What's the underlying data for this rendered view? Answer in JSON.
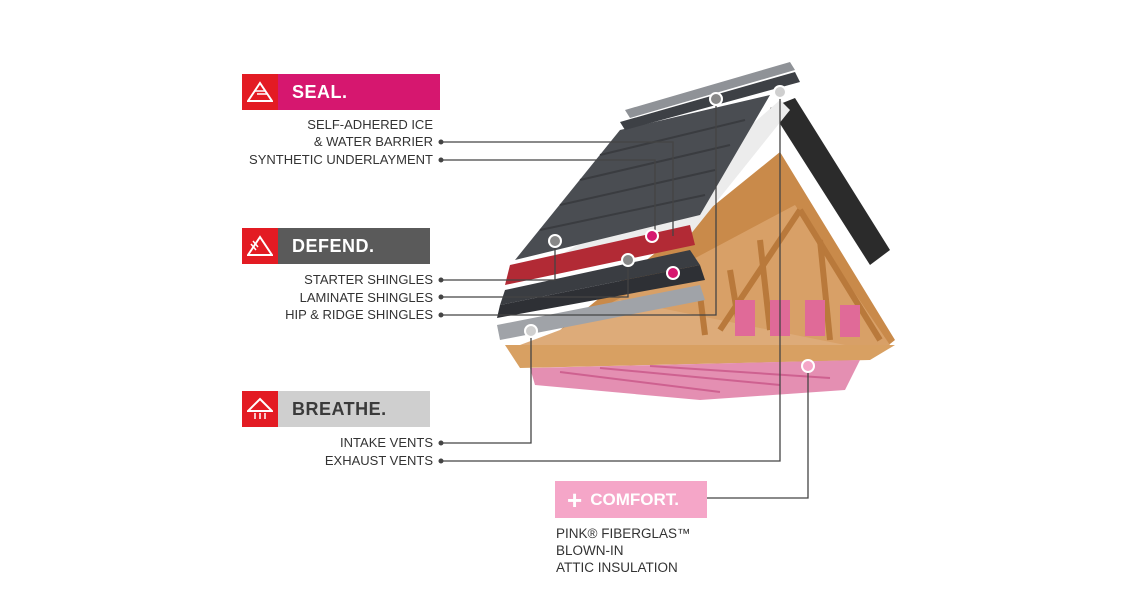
{
  "sections": {
    "seal": {
      "title": "SEAL.",
      "icon": "roof-seal-icon",
      "color": "#d6176f",
      "items": [
        "SELF-ADHERED ICE",
        "& WATER BARRIER",
        "SYNTHETIC UNDERLAYMENT"
      ]
    },
    "defend": {
      "title": "DEFEND.",
      "icon": "roof-defend-icon",
      "color": "#5a5a5a",
      "items": [
        "STARTER SHINGLES",
        "LAMINATE SHINGLES",
        "HIP & RIDGE SHINGLES"
      ]
    },
    "breathe": {
      "title": "BREATHE.",
      "icon": "roof-breathe-icon",
      "color": "#cfcfcf",
      "items": [
        "INTAKE VENTS",
        "EXHAUST VENTS"
      ]
    },
    "comfort": {
      "plus": "+",
      "title": "COMFORT.",
      "color": "#f5a6c8",
      "lines": [
        "PINK® FIBERGLAS™",
        "BLOWN-IN",
        "ATTIC INSULATION"
      ]
    }
  },
  "colors": {
    "accent_red": "#e31b23",
    "wood": "#c98a4a",
    "shingle": "#4a4d52",
    "insulation": "#e06a98"
  }
}
